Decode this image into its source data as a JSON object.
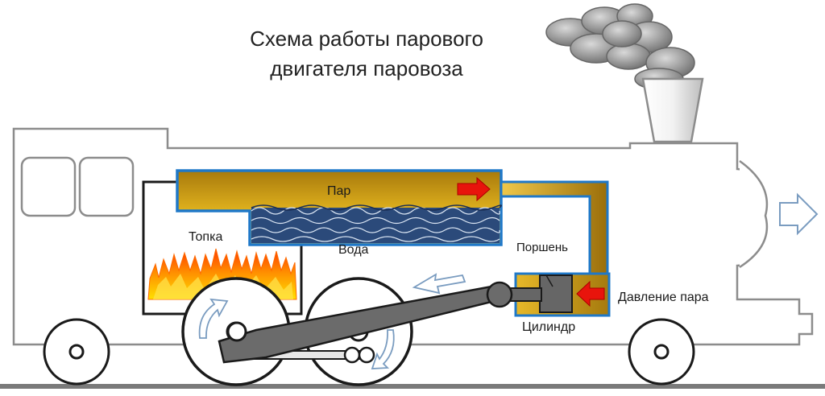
{
  "title": {
    "line1": "Схема работы парового",
    "line2": "двигателя паровоза"
  },
  "labels": {
    "steam": "Пар",
    "water": "Вода",
    "firebox": "Топка",
    "piston": "Поршень",
    "steam_pressure": "Давление пара",
    "cylinder": "Цилиндр"
  },
  "colors": {
    "outline": "#8c8c8c",
    "boiler_frame": "#1f78c8",
    "steam_gold": "#d4a017",
    "steam_dark": "#8a6a10",
    "water_blue": "#2b4a7a",
    "flame_orange": "#ff6a00",
    "flame_yellow": "#ffd200",
    "arrow_red": "#e8140c",
    "rod_gray": "#555555",
    "smoke_gray": "#8a8a8a",
    "rail": "#7a7a7a"
  }
}
